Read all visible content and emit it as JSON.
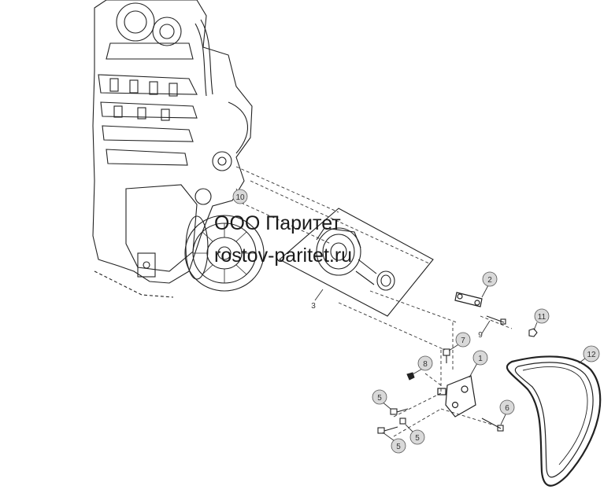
{
  "watermark": {
    "company": "ООО Паритет",
    "site": "rostov-paritet.ru"
  },
  "callouts": [
    {
      "id": "c1",
      "label": "1"
    },
    {
      "id": "c2",
      "label": "2"
    },
    {
      "id": "c3",
      "label": "3"
    },
    {
      "id": "c5a",
      "label": "5"
    },
    {
      "id": "c5b",
      "label": "5"
    },
    {
      "id": "c5c",
      "label": "5"
    },
    {
      "id": "c6",
      "label": "6"
    },
    {
      "id": "c7",
      "label": "7"
    },
    {
      "id": "c8",
      "label": "8"
    },
    {
      "id": "c9",
      "label": "9"
    },
    {
      "id": "c10",
      "label": "10"
    },
    {
      "id": "c11",
      "label": "11"
    },
    {
      "id": "c12",
      "label": "12"
    }
  ],
  "colors": {
    "line": "#222222",
    "callout_fill": "#d9d9d9",
    "background": "#ffffff"
  }
}
